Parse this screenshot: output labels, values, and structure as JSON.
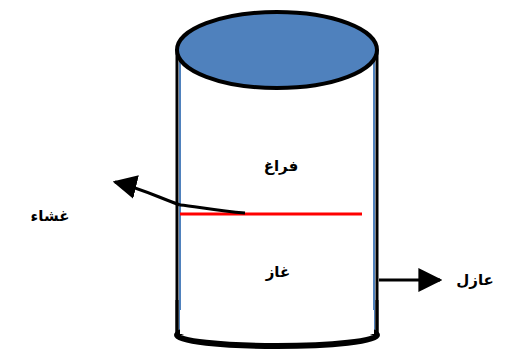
{
  "diagram": {
    "labels": [
      "فراغ",
      "غاز",
      "غشاء",
      "عازل"
    ]
  }
}
